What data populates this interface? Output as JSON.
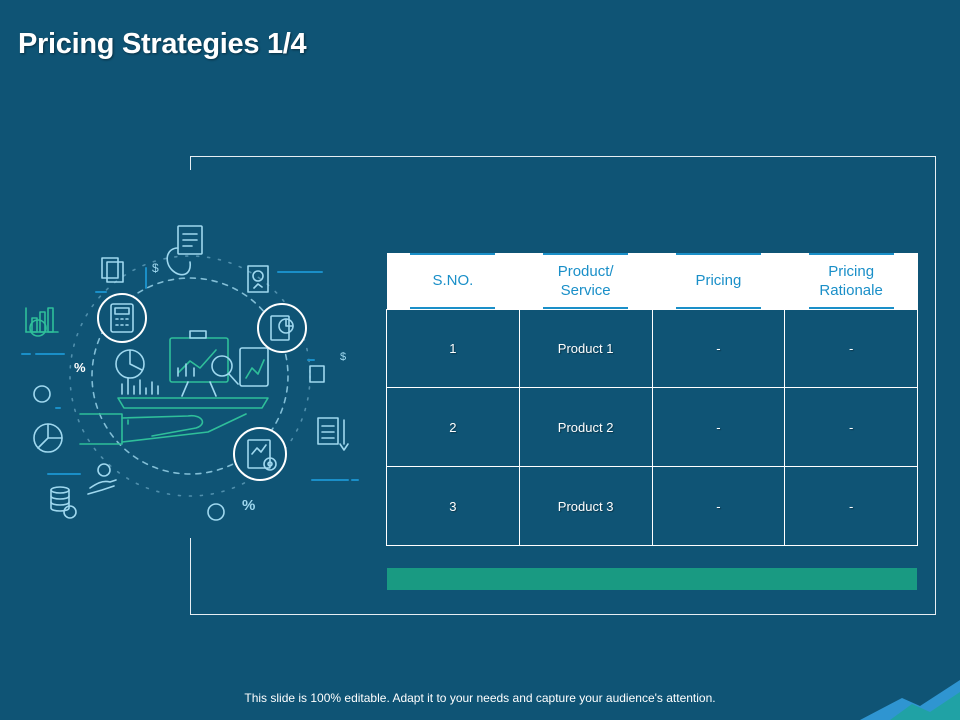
{
  "slide": {
    "title": "Pricing Strategies 1/4",
    "footer": "This slide is 100% editable. Adapt it to your needs and capture your audience's attention."
  },
  "table": {
    "headers": [
      {
        "line1": "S.NO.",
        "line2": ""
      },
      {
        "line1": "Product/",
        "line2": "Service"
      },
      {
        "line1": "Pricing",
        "line2": ""
      },
      {
        "line1": "Pricing",
        "line2": "Rationale"
      }
    ],
    "rows": [
      [
        "1",
        "Product 1",
        "-",
        "-"
      ],
      [
        "2",
        "Product 2",
        "-",
        "-"
      ],
      [
        "3",
        "Product 3",
        "-",
        "-"
      ]
    ]
  },
  "illustration": {
    "symbols": [
      "$",
      "$",
      "%",
      "%"
    ]
  },
  "colors": {
    "background": "#0f5475",
    "accent_blue": "#1a8fc8",
    "accent_teal": "#199a82",
    "icon_line": "#9fd8ef"
  }
}
